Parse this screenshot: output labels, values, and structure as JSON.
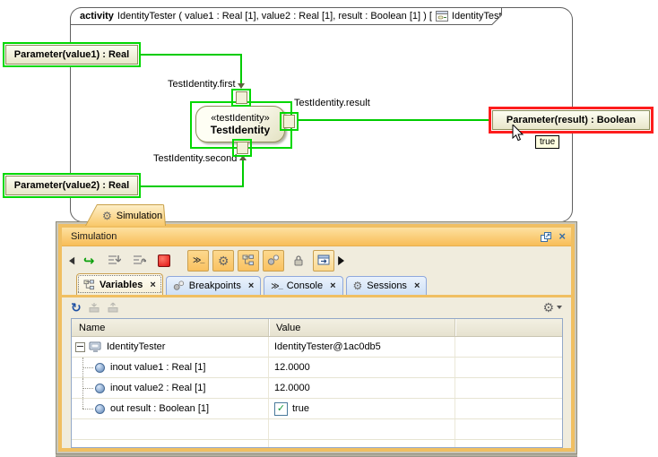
{
  "colors": {
    "selection_green": "#00d800",
    "selection_red": "#fd1d1d",
    "node_border": "#8f8c5a",
    "node_fill": "#efedd0",
    "panel_orange": "#f0bf62",
    "titlebar_orange": "#f8bd58",
    "tab_inactive_blue": "#cfe0f5",
    "check_green": "#169b3a"
  },
  "icons": {
    "gear": "⚙",
    "refresh": "↻",
    "resume": "↪",
    "close": "×",
    "console": "≫_",
    "collapse_left": "◀",
    "more_right": "▶",
    "check": "✓"
  },
  "diagram": {
    "frame": {
      "keyword": "activity",
      "signature": "IdentityTester ( value1 : Real [1], value2 : Real [1], result : Boolean [1] ) [",
      "diagram_name": "IdentityTester",
      "close_bracket": "]"
    },
    "nodes": {
      "param_value1": "Parameter(value1) : Real",
      "param_value2": "Parameter(value2) : Real",
      "param_result": "Parameter(result) : Boolean",
      "action_stereotype": "«testIdentity»",
      "action_name": "TestIdentity"
    },
    "pin_labels": {
      "first": "TestIdentity.first",
      "second": "TestIdentity.second",
      "result": "TestIdentity.result"
    },
    "tooltip": "true"
  },
  "sim": {
    "dock_tab": "Simulation",
    "titlebar": {
      "title": "Simulation"
    },
    "tabs": [
      {
        "label": "Variables"
      },
      {
        "label": "Breakpoints"
      },
      {
        "label": "Console"
      },
      {
        "label": "Sessions"
      }
    ],
    "table": {
      "columns": [
        "Name",
        "Value"
      ],
      "rows": [
        {
          "name": "IdentityTester",
          "value": "IdentityTester@1ac0db5"
        },
        {
          "name": "inout value1 : Real [1]",
          "value": "12.0000"
        },
        {
          "name": "inout value2 : Real [1]",
          "value": "12.0000"
        },
        {
          "name": "out result : Boolean [1]",
          "value": "true"
        }
      ]
    }
  }
}
